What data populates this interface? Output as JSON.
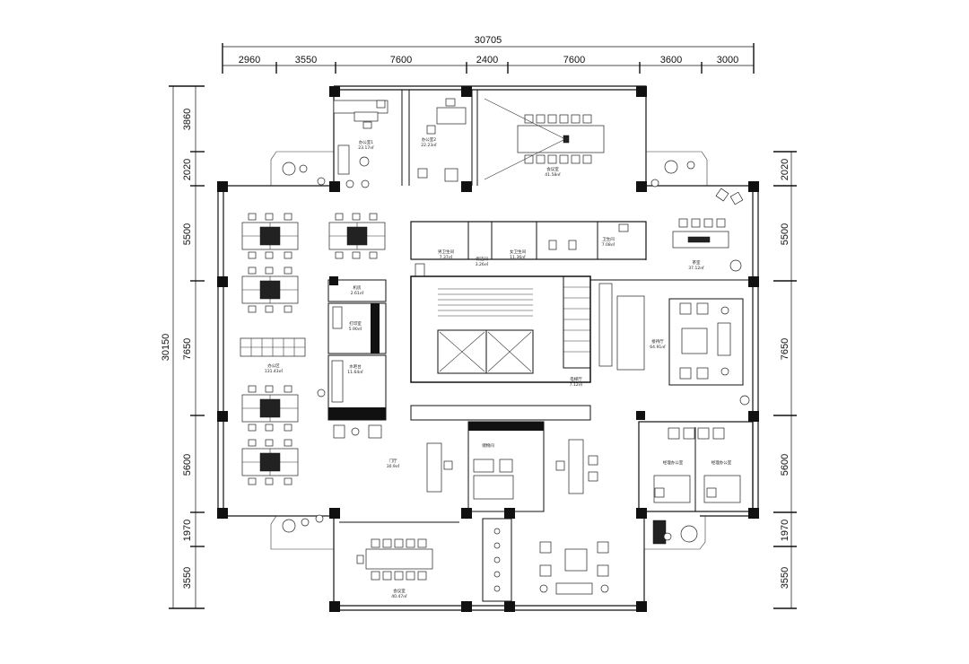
{
  "dimensions": {
    "top_total": "30705",
    "top_segments": [
      "2960",
      "3550",
      "7600",
      "2400",
      "7600",
      "3600",
      "3000"
    ],
    "left_total": "30150",
    "left_segments": [
      "3860",
      "2020",
      "5500",
      "7650",
      "5600",
      "1970",
      "3550"
    ],
    "right_segments": [
      "2020",
      "5500",
      "7650",
      "5600",
      "1970",
      "3550"
    ]
  },
  "rooms": {
    "office1": {
      "name": "办公室1",
      "area": "23.17㎡"
    },
    "office2": {
      "name": "办公室2",
      "area": "22.23㎡"
    },
    "top_meeting": {
      "name": "会议室",
      "area": "41.58㎡"
    },
    "male_wc": {
      "name": "男卫生间",
      "area": "7.37㎡"
    },
    "cleaning": {
      "name": "保洁间",
      "area": "3.26㎡"
    },
    "female_wc": {
      "name": "女卫生间",
      "area": "11.36㎡"
    },
    "wc": {
      "name": "卫生间",
      "area": "7.08㎡"
    },
    "reception_r": {
      "name": "茶室",
      "area": "37.12㎡"
    },
    "server": {
      "name": "机房",
      "area": "2.61㎡"
    },
    "print": {
      "name": "打印室",
      "area": "5.90㎡"
    },
    "openoffice": {
      "name": "办公区",
      "area": "131.43㎡"
    },
    "tea": {
      "name": "水吧台",
      "area": "11.64㎡"
    },
    "lounge": {
      "name": "接待厅",
      "area": "64.91㎡"
    },
    "elevator_hall": {
      "name": "电梯厅",
      "area": "7.12㎡"
    },
    "lobby": {
      "name": "门厅",
      "area": "30.9㎡"
    },
    "storage": {
      "name": "储物间",
      "area": ""
    },
    "manager1": {
      "name": "经理办公室",
      "area": ""
    },
    "manager2": {
      "name": "经理办公室",
      "area": ""
    },
    "bottom_meeting": {
      "name": "会议室",
      "area": "40.47㎡"
    }
  }
}
